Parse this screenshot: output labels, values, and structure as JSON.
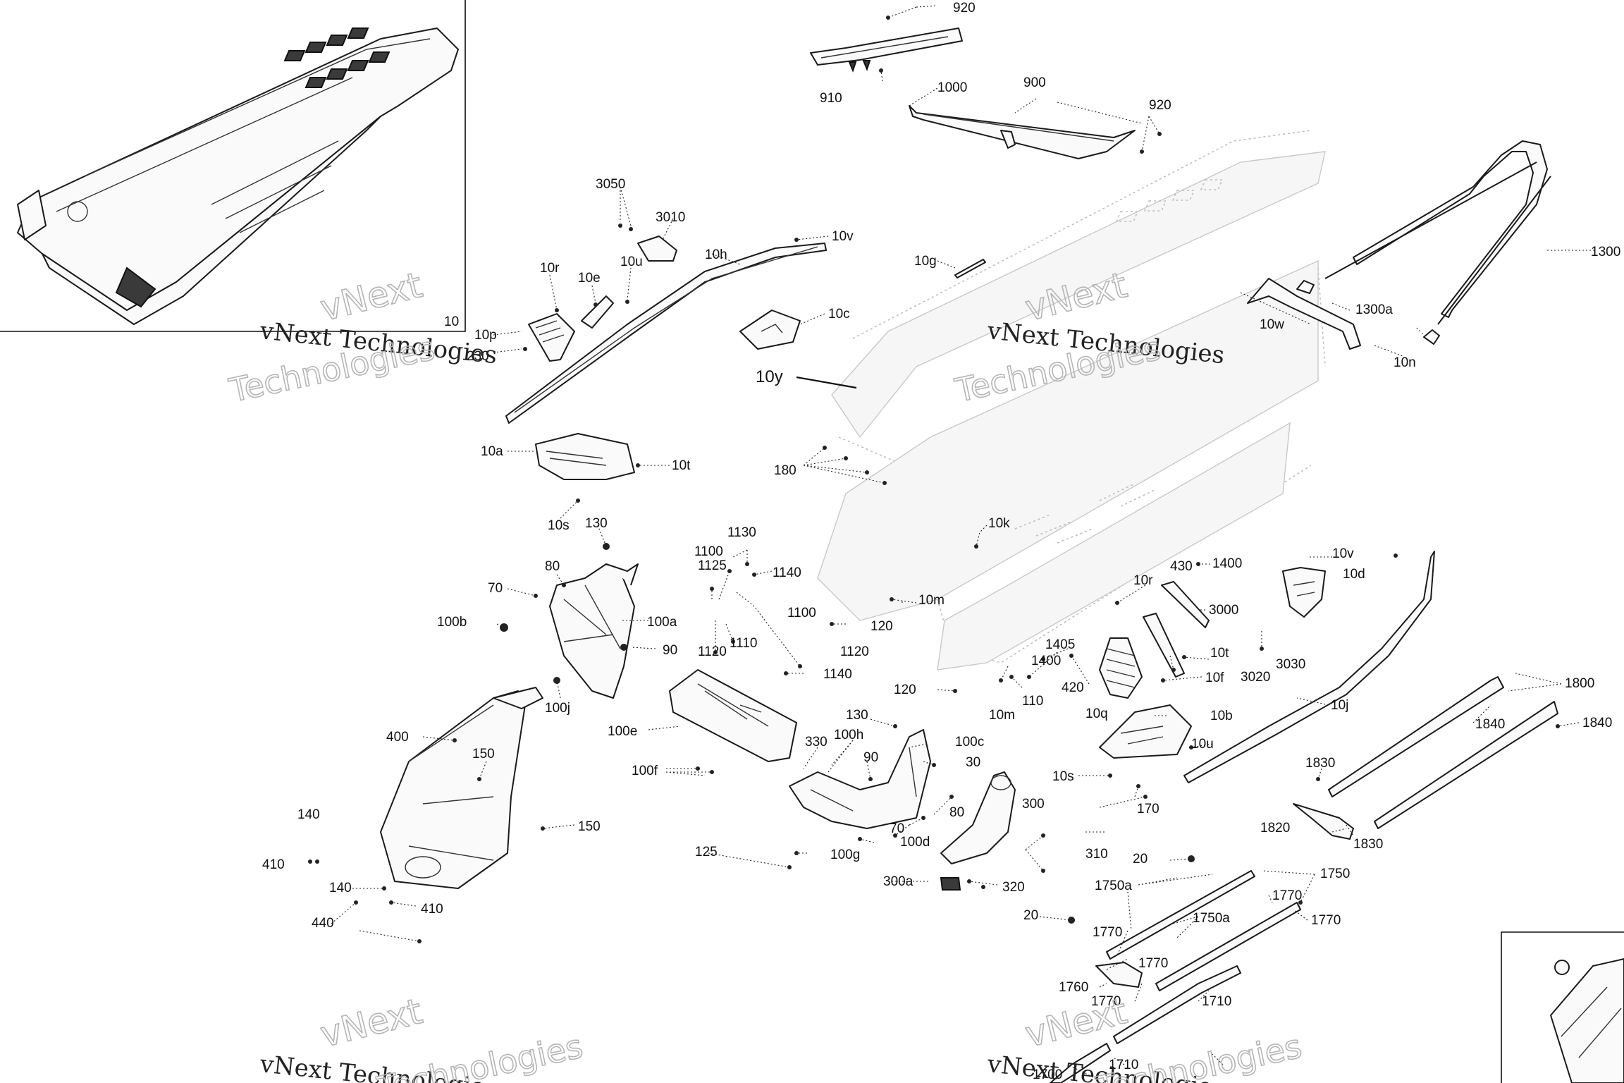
{
  "watermark": {
    "line1": "vNext Technologies",
    "line2": "vNext",
    "line3": "Technologies"
  },
  "callouts": [
    "920",
    "910",
    "1000",
    "900",
    "920",
    "1300",
    "1300a",
    "10w",
    "10n",
    "3050",
    "3010",
    "10v",
    "10h",
    "10r",
    "10e",
    "10u",
    "10g",
    "10c",
    "10",
    "10p",
    "230",
    "10y",
    "10a",
    "10t",
    "180",
    "10s",
    "130",
    "80",
    "70",
    "100b",
    "100a",
    "90",
    "100j",
    "1125",
    "1130",
    "1100",
    "1140",
    "1100",
    "1120",
    "1110",
    "1140",
    "1120",
    "120",
    "10k",
    "10m",
    "10r",
    "430",
    "1400",
    "10v",
    "10d",
    "3000",
    "1405",
    "1400",
    "10t",
    "3020",
    "3030",
    "10f",
    "110",
    "10m",
    "420",
    "10q",
    "120",
    "10b",
    "10j",
    "1800",
    "1840",
    "1840",
    "10u",
    "400",
    "150",
    "100e",
    "130",
    "330",
    "100h",
    "100c",
    "100f",
    "90",
    "30",
    "150",
    "10s",
    "170",
    "300",
    "1830",
    "80",
    "70",
    "1820",
    "1830",
    "140",
    "410",
    "125",
    "100g",
    "100d",
    "310",
    "20",
    "300a",
    "320",
    "1750a",
    "1750",
    "1770",
    "140",
    "410",
    "1750a",
    "1770",
    "20",
    "440",
    "1770",
    "1760",
    "1770",
    "1770",
    "1710",
    "1700",
    "1710"
  ]
}
